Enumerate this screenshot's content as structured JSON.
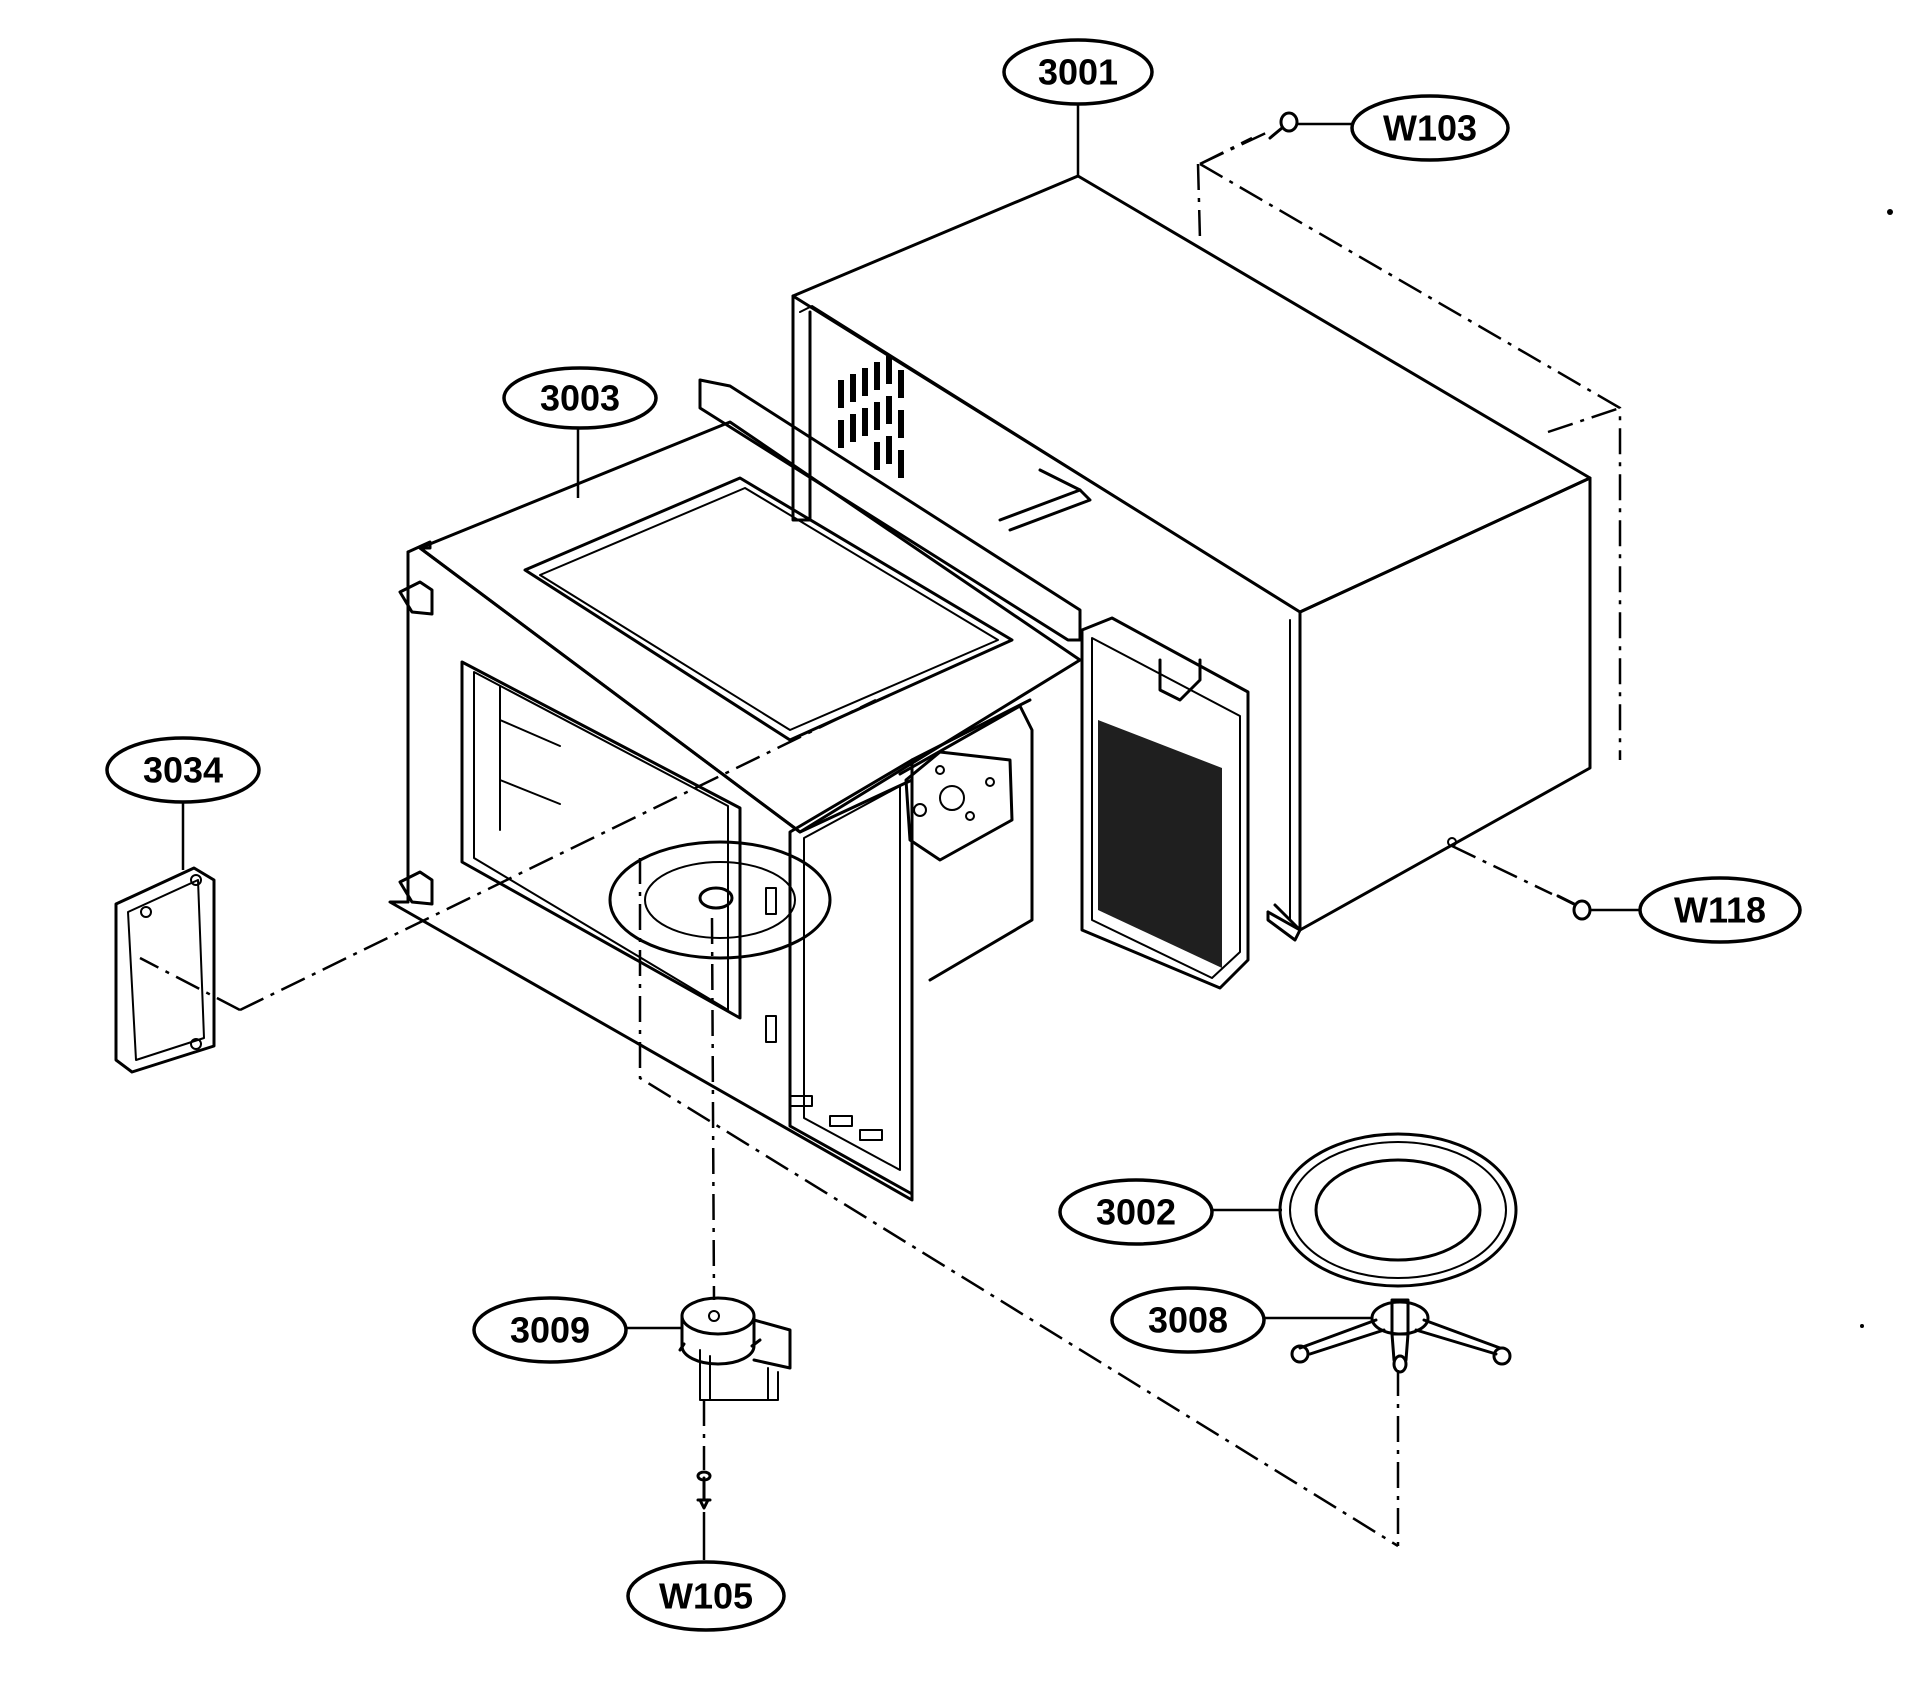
{
  "callouts": {
    "p3001": "3001",
    "w103": "W103",
    "p3003": "3003",
    "p3034": "3034",
    "w118": "W118",
    "p3002": "3002",
    "p3008": "3008",
    "p3009": "3009",
    "w105": "W105"
  },
  "parts": {
    "p3001": "outer-cabinet",
    "p3003": "oven-cavity",
    "p3034": "waveguide-cover",
    "p3002": "glass-turntable-tray",
    "p3008": "roller-ring-coupler",
    "p3009": "turntable-motor",
    "w103": "screw",
    "w118": "screw",
    "w105": "screw"
  },
  "colors": {
    "line": "#000000",
    "background": "#ffffff"
  }
}
